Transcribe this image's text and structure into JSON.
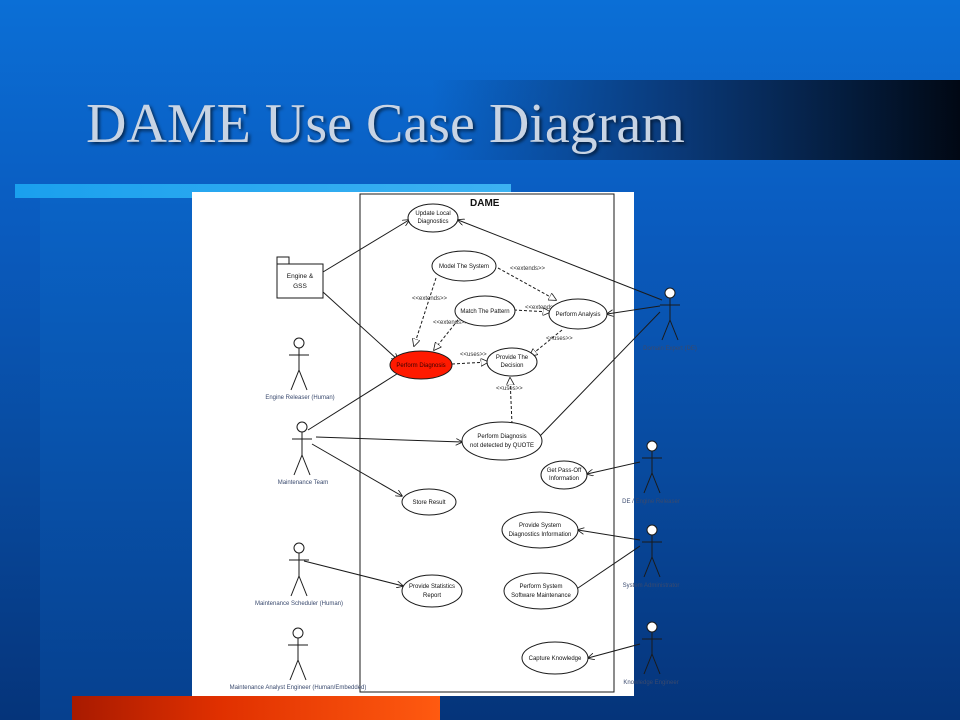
{
  "slide": {
    "title": "DAME Use Case Diagram"
  },
  "diagram": {
    "system_label": "DAME",
    "colors": {
      "highlight": "#ff1a00",
      "line": "#1a1a1a",
      "actor_label": "#3a4a6e"
    },
    "component": {
      "line1": "Engine &",
      "line2": "GSS"
    },
    "actors": {
      "engine_releaser": "Engine Releaser (Human)",
      "maintenance_team": "Maintenance Team",
      "maintenance_scheduler": "Maintenance Scheduler (Human)",
      "maintenance_analyst": "Maintenance Analyst Engineer (Human/Embedded)",
      "domain_expert": "Domain Expert (DE)",
      "de_engine_releaser": "DE / Engine Releaser",
      "system_administrator": "System Administrator",
      "knowledge_engineer": "Knowledge Engineer"
    },
    "use_cases": {
      "update_local": [
        "Update Local",
        "Diagnostics"
      ],
      "model_system": [
        "Model The System"
      ],
      "match_pattern": [
        "Match The Pattern"
      ],
      "perform_analysis": [
        "Perform Analysis"
      ],
      "perform_diagnosis": [
        "Perform Diagnosis"
      ],
      "provide_decision": [
        "Provide The",
        "Decision"
      ],
      "diagnosis_qoute": [
        "Perform Diagnosis",
        "not detected by QUOTE"
      ],
      "get_pass_off": [
        "Get Pass-Off",
        "Information"
      ],
      "store_result": [
        "Store Result"
      ],
      "provide_sys_diag": [
        "Provide System",
        "Diagnostics Information"
      ],
      "provide_stats": [
        "Provide Statistics",
        "Report"
      ],
      "perform_sys_maint": [
        "Perform System",
        "Software Maintenance"
      ],
      "capture_knowledge": [
        "Capture Knowledge"
      ]
    },
    "relation_labels": {
      "extends": "<<extends>>",
      "uses": "<<uses>>"
    }
  }
}
